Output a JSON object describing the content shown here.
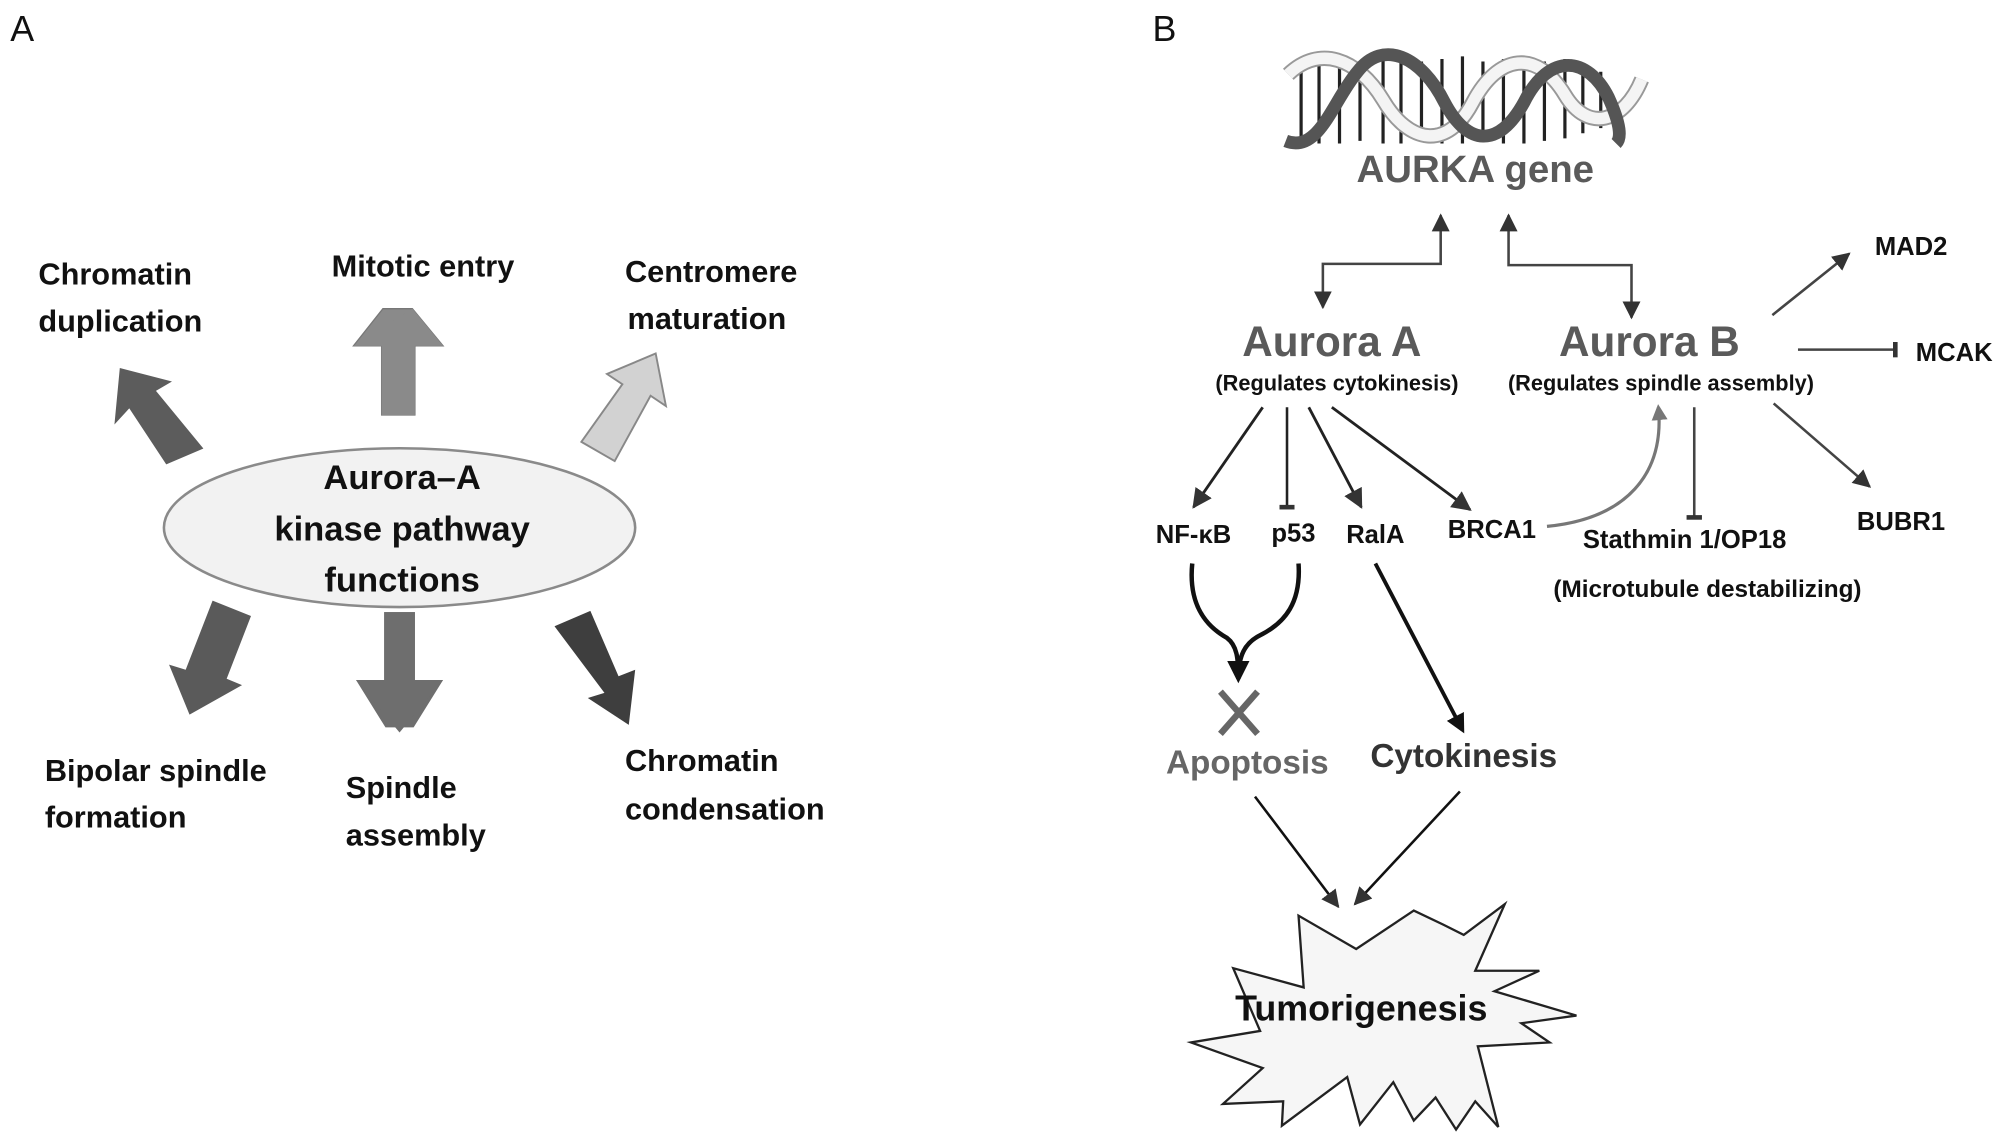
{
  "panel_a": {
    "letter": "A",
    "center": {
      "lines": [
        "Aurora–A",
        "kinase pathway",
        "functions"
      ]
    },
    "outputs": [
      {
        "id": "chromatin-duplication",
        "lines": [
          "Chromatin",
          "duplication"
        ],
        "arrow_color": "#5c5c5c"
      },
      {
        "id": "mitotic-entry",
        "lines": [
          "Mitotic entry"
        ],
        "arrow_color": "#8a8a8a"
      },
      {
        "id": "centromere-maturation",
        "lines": [
          "Centromere",
          "maturation"
        ],
        "arrow_color": "#cfcfcf"
      },
      {
        "id": "bipolar-spindle-formation",
        "lines": [
          "Bipolar spindle",
          "formation"
        ],
        "arrow_color": "#5a5a5a"
      },
      {
        "id": "spindle-assembly",
        "lines": [
          "Spindle",
          "assembly"
        ],
        "arrow_color": "#6e6e6e"
      },
      {
        "id": "chromatin-condensation",
        "lines": [
          "Chromatin",
          "condensation"
        ],
        "arrow_color": "#3e3e3e"
      }
    ]
  },
  "panel_b": {
    "letter": "B",
    "gene_label": "AURKA gene",
    "aurora_a": {
      "title": "Aurora A",
      "subtitle": "(Regulates cytokinesis)"
    },
    "aurora_b": {
      "title": "Aurora B",
      "subtitle": "(Regulates spindle assembly)"
    },
    "aurora_a_targets": [
      "NF-κB",
      "p53",
      "RalA",
      "BRCA1"
    ],
    "aurora_b_targets": {
      "mad2": "MAD2",
      "mcak": "MCAK",
      "bubr1": "BUBR1",
      "stathmin": "Stathmin 1/OP18",
      "stathmin_note": "(Microtubule destabilizing)"
    },
    "apoptosis": "Apoptosis",
    "cytokinesis": "Cytokinesis",
    "tumorigenesis": "Tumorigenesis",
    "colors": {
      "gray_text": "#5a5a5a",
      "dark_strand": "#555555",
      "light_strand": "#f2f2f2",
      "burst_fill": "#f6f6f6"
    }
  }
}
